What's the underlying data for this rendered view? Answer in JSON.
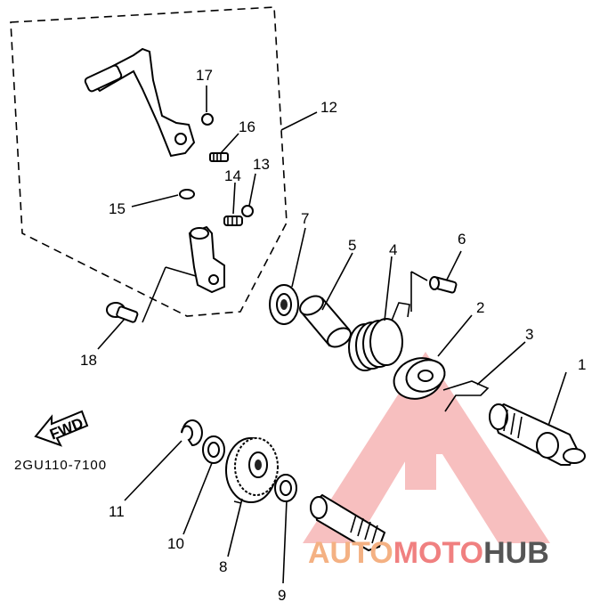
{
  "diagram": {
    "drawing_code": "2GU110-7100",
    "fwd_label": "FWD",
    "callouts": [
      {
        "num": "1"
      },
      {
        "num": "2"
      },
      {
        "num": "3"
      },
      {
        "num": "4"
      },
      {
        "num": "5"
      },
      {
        "num": "6"
      },
      {
        "num": "7"
      },
      {
        "num": "8"
      },
      {
        "num": "9"
      },
      {
        "num": "10"
      },
      {
        "num": "11"
      },
      {
        "num": "12"
      },
      {
        "num": "13"
      },
      {
        "num": "14"
      },
      {
        "num": "15"
      },
      {
        "num": "16"
      },
      {
        "num": "17"
      },
      {
        "num": "18"
      }
    ]
  },
  "watermark": {
    "part1": "AUTO",
    "part2": "MOTO",
    "part3": "HUB",
    "color_auto": "#f4b183",
    "color_moto": "#f08080",
    "color_hub": "#555555",
    "triangle_color": "#f4a3a3"
  }
}
